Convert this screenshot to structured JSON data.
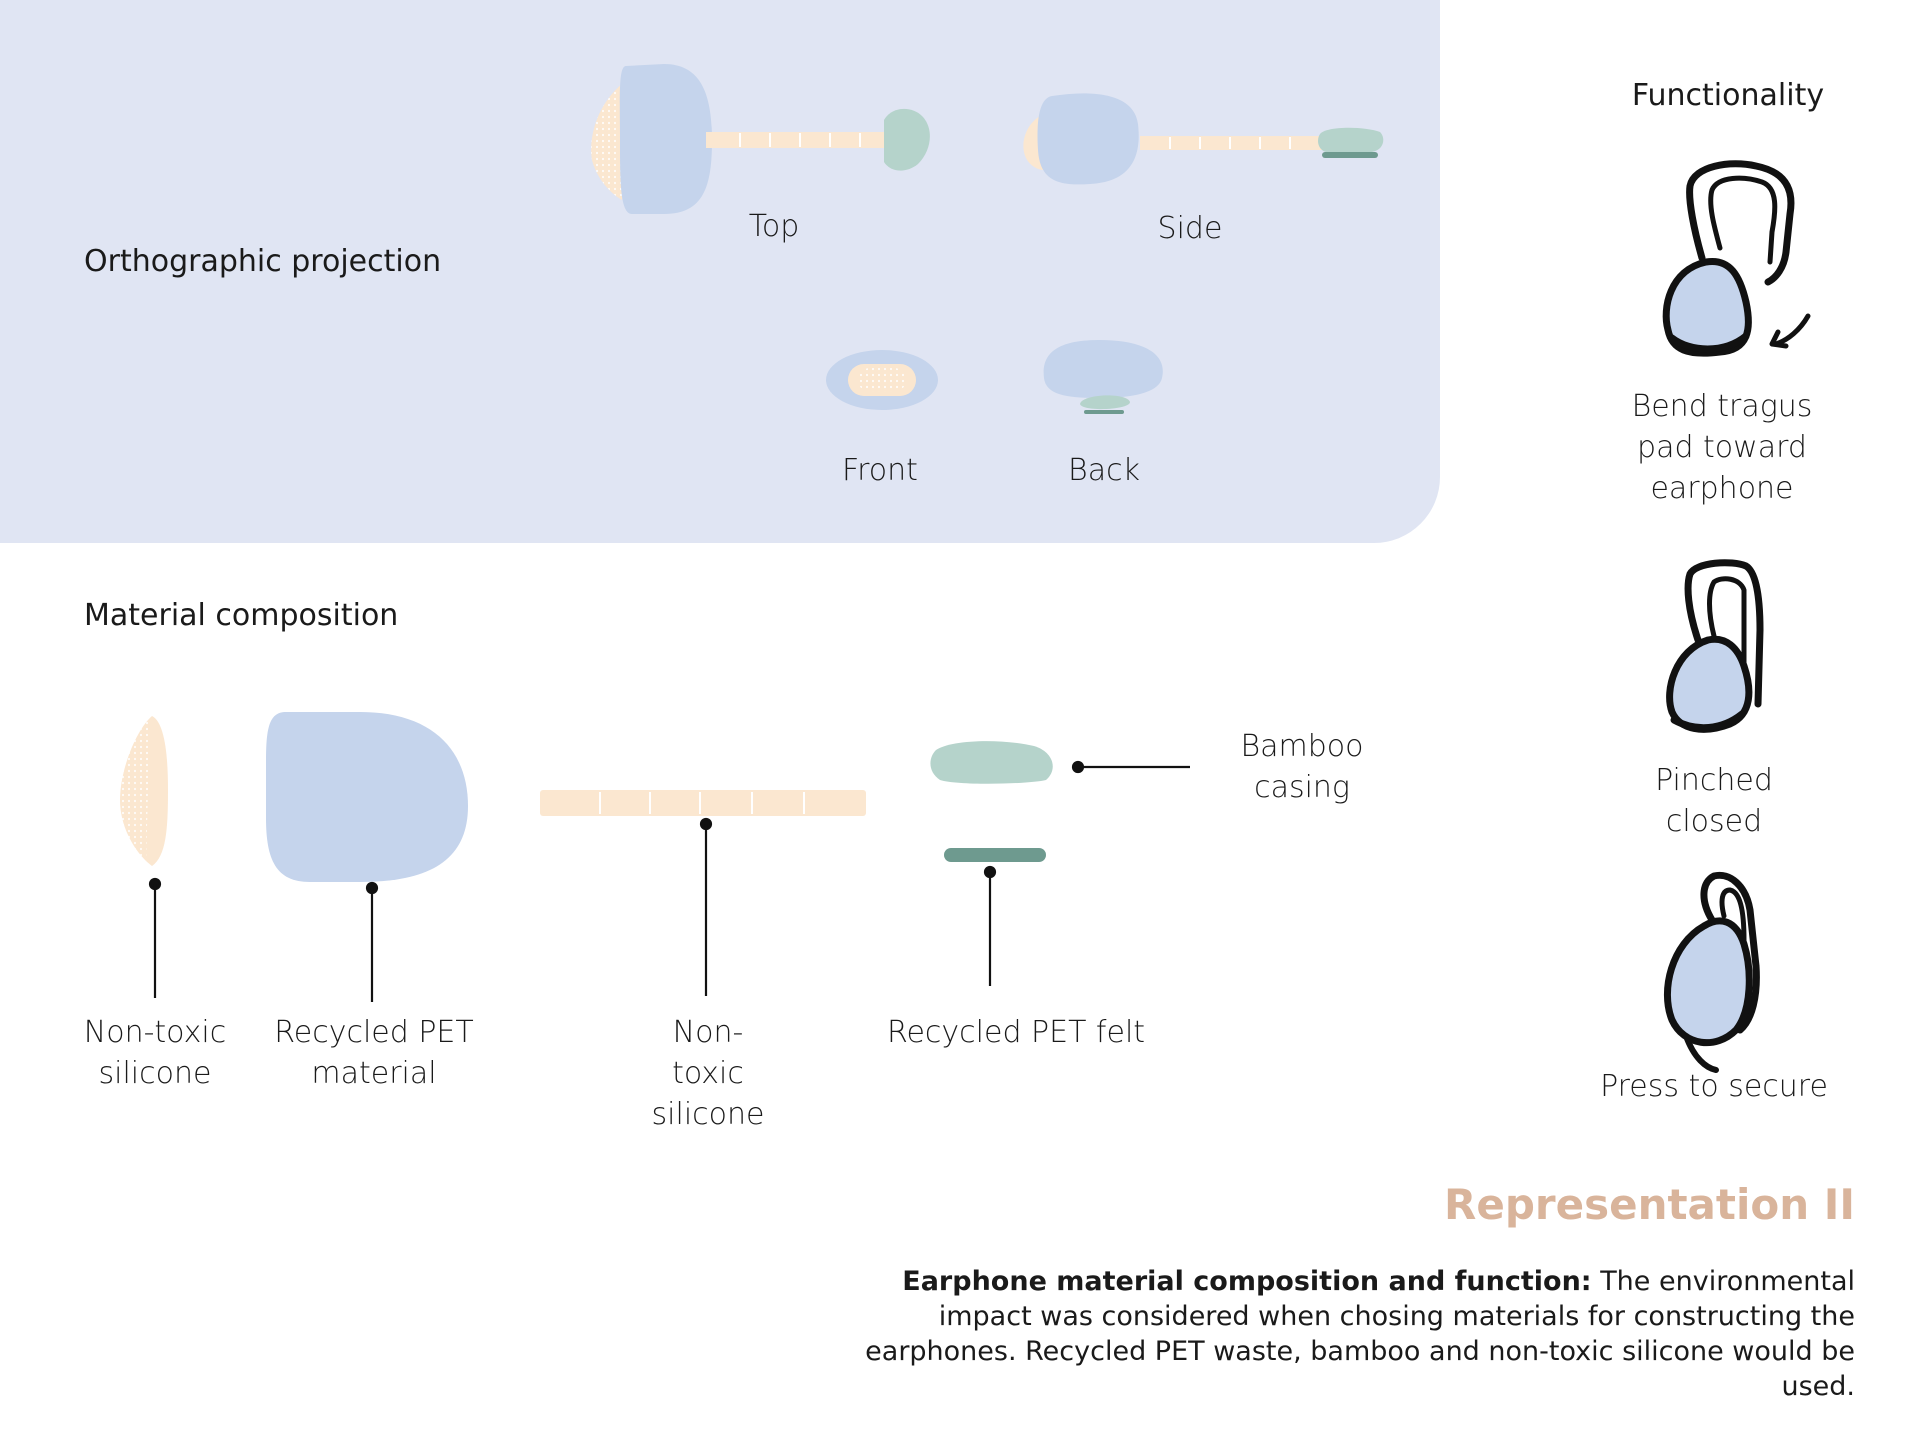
{
  "sections": {
    "ortho": "Orthographic projection",
    "material": "Material composition",
    "functionality": "Functionality"
  },
  "views": {
    "top": "Top",
    "side": "Side",
    "front": "Front",
    "back": "Back"
  },
  "materials": {
    "tip_silicone": "Non-toxic\nsilicone",
    "body_pet": "Recycled PET\nmaterial",
    "stem_silicone": "Non-\ntoxic\nsilicone",
    "felt": "Recycled PET felt",
    "bamboo": "Bamboo\ncasing"
  },
  "steps": [
    {
      "label": "Bend tragus\npad toward\nearphone"
    },
    {
      "label": "Pinched\nclosed"
    },
    {
      "label": "Press to secure"
    }
  ],
  "footer": {
    "title": "Representation II",
    "caption_bold": "Earphone material composition and function:",
    "caption_text": " The environmental impact was considered when chosing materials for constructing the earphones. Recycled PET waste, bamboo and non-toxic silicone would be used."
  },
  "colors": {
    "panel": "#e0e5f3",
    "blue": "#c5d4ec",
    "cream": "#fbe7d0",
    "sage": "#b5d3cb",
    "teal": "#6e9a8f",
    "title": "#d9b49b"
  }
}
